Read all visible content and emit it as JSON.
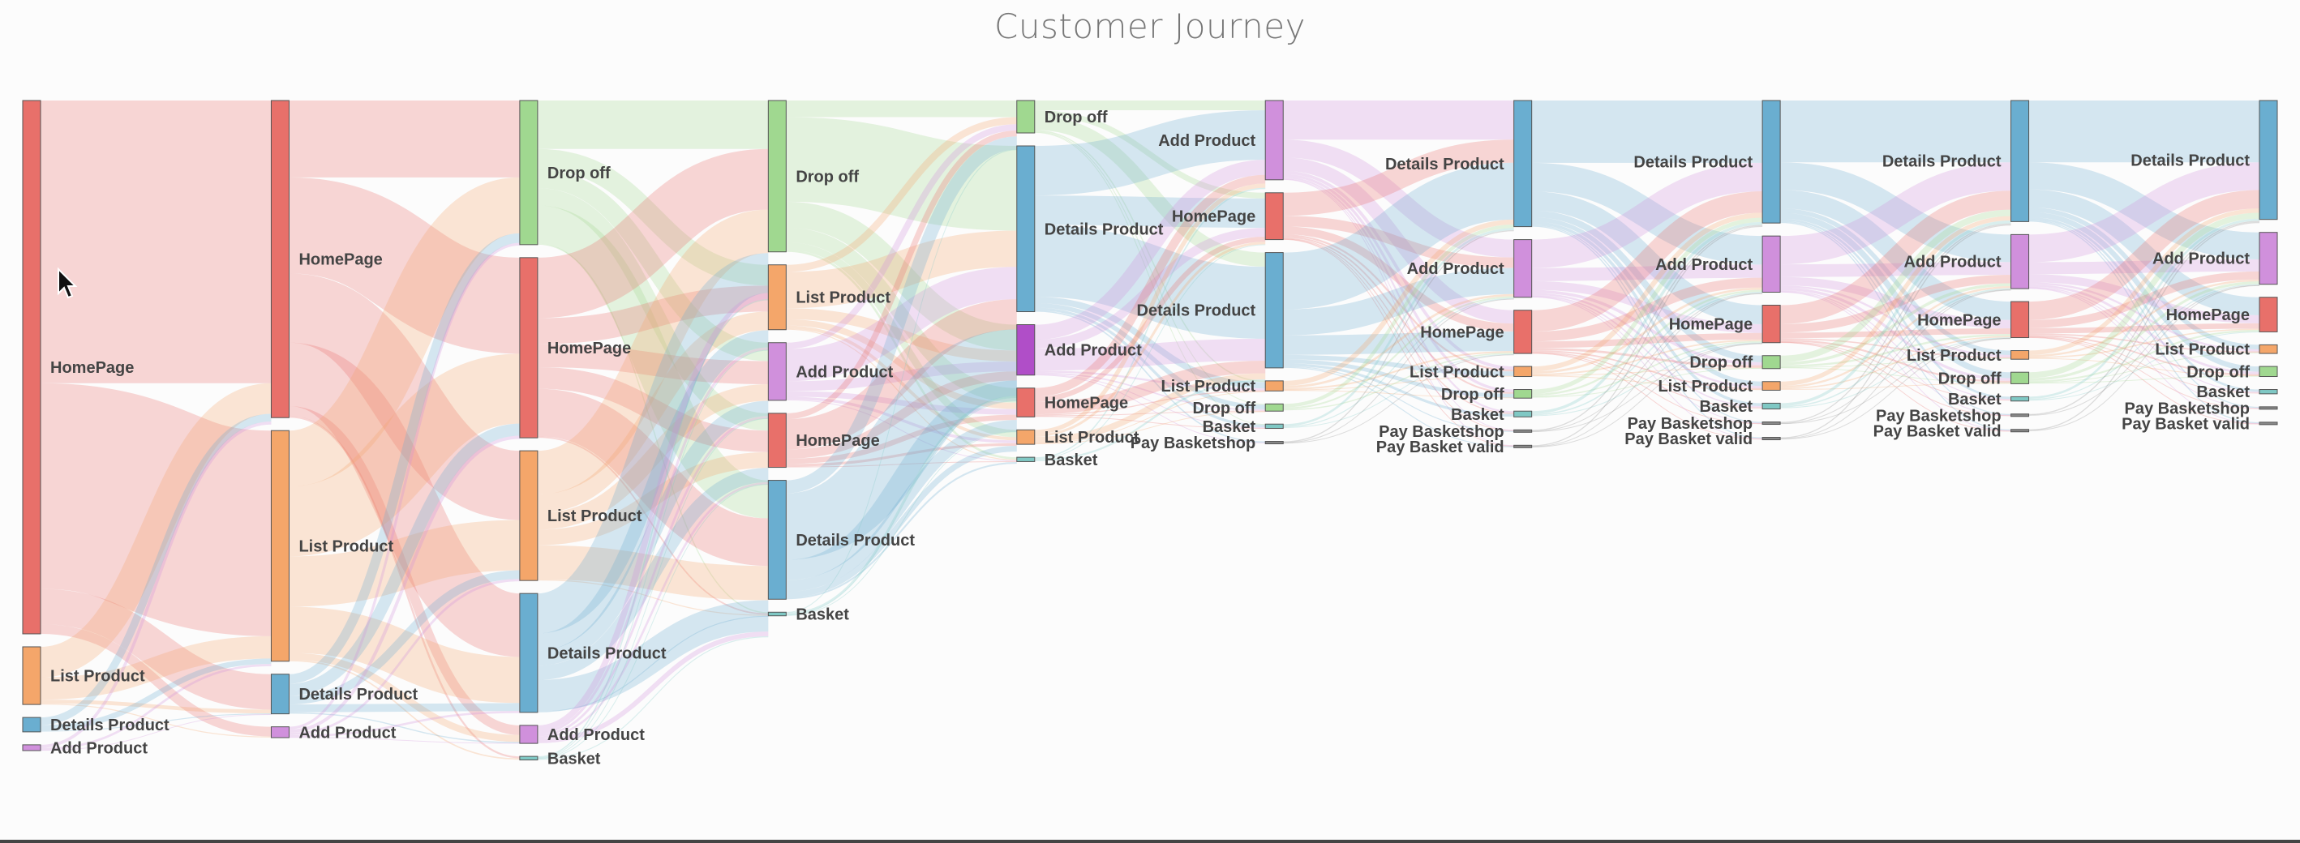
{
  "title": "Customer Journey",
  "chart_data": {
    "type": "sankey",
    "title": "Customer Journey",
    "colors": {
      "HomePage": "#e8706a",
      "List Product": "#f4a66a",
      "Details Product": "#6aaed0",
      "Add Product": "#d090dc",
      "Drop off": "#a0d890",
      "Basket": "#7fc8c4",
      "Pay Basketshop": "#888888",
      "Pay Basket valid": "#888888"
    },
    "highlight_color": "#b04ec8",
    "stages": [
      {
        "nodes": [
          {
            "name": "HomePage",
            "value": 740
          },
          {
            "name": "List Product",
            "value": 80
          },
          {
            "name": "Details Product",
            "value": 20
          },
          {
            "name": "Add Product",
            "value": 8
          }
        ]
      },
      {
        "nodes": [
          {
            "name": "HomePage",
            "value": 440
          },
          {
            "name": "List Product",
            "value": 320
          },
          {
            "name": "Details Product",
            "value": 55
          },
          {
            "name": "Add Product",
            "value": 15
          }
        ]
      },
      {
        "nodes": [
          {
            "name": "Drop off",
            "value": 200
          },
          {
            "name": "HomePage",
            "value": 250
          },
          {
            "name": "List Product",
            "value": 180
          },
          {
            "name": "Details Product",
            "value": 165
          },
          {
            "name": "Add Product",
            "value": 25
          },
          {
            "name": "Basket",
            "value": 5
          }
        ]
      },
      {
        "nodes": [
          {
            "name": "Drop off",
            "value": 210
          },
          {
            "name": "List Product",
            "value": 90
          },
          {
            "name": "Add Product",
            "value": 80
          },
          {
            "name": "HomePage",
            "value": 75
          },
          {
            "name": "Details Product",
            "value": 165
          },
          {
            "name": "Basket",
            "value": 5
          }
        ]
      },
      {
        "nodes": [
          {
            "name": "Drop off",
            "value": 45
          },
          {
            "name": "Details Product",
            "value": 230
          },
          {
            "name": "Add Product",
            "value": 70
          },
          {
            "name": "HomePage",
            "value": 40
          },
          {
            "name": "List Product",
            "value": 20
          },
          {
            "name": "Basket",
            "value": 6
          }
        ]
      },
      {
        "nodes": [
          {
            "name": "Add Product",
            "value": 110
          },
          {
            "name": "HomePage",
            "value": 65
          },
          {
            "name": "Details Product",
            "value": 160
          },
          {
            "name": "List Product",
            "value": 14
          },
          {
            "name": "Drop off",
            "value": 10
          },
          {
            "name": "Basket",
            "value": 6
          },
          {
            "name": "Pay Basketshop",
            "value": 3
          }
        ]
      },
      {
        "nodes": [
          {
            "name": "Details Product",
            "value": 175
          },
          {
            "name": "Add Product",
            "value": 80
          },
          {
            "name": "HomePage",
            "value": 60
          },
          {
            "name": "List Product",
            "value": 14
          },
          {
            "name": "Drop off",
            "value": 12
          },
          {
            "name": "Basket",
            "value": 8
          },
          {
            "name": "Pay Basketshop",
            "value": 3
          },
          {
            "name": "Pay Basket valid",
            "value": 3
          }
        ]
      },
      {
        "nodes": [
          {
            "name": "Details Product",
            "value": 170
          },
          {
            "name": "Add Product",
            "value": 78
          },
          {
            "name": "HomePage",
            "value": 52
          },
          {
            "name": "Drop off",
            "value": 18
          },
          {
            "name": "List Product",
            "value": 12
          },
          {
            "name": "Basket",
            "value": 8
          },
          {
            "name": "Pay Basketshop",
            "value": 3
          },
          {
            "name": "Pay Basket valid",
            "value": 3
          }
        ]
      },
      {
        "nodes": [
          {
            "name": "Details Product",
            "value": 168
          },
          {
            "name": "Add Product",
            "value": 75
          },
          {
            "name": "HomePage",
            "value": 50
          },
          {
            "name": "List Product",
            "value": 12
          },
          {
            "name": "Drop off",
            "value": 16
          },
          {
            "name": "Basket",
            "value": 6
          },
          {
            "name": "Pay Basketshop",
            "value": 3
          },
          {
            "name": "Pay Basket valid",
            "value": 3
          }
        ]
      },
      {
        "nodes": [
          {
            "name": "Details Product",
            "value": 165
          },
          {
            "name": "Add Product",
            "value": 72
          },
          {
            "name": "HomePage",
            "value": 48
          },
          {
            "name": "List Product",
            "value": 12
          },
          {
            "name": "Drop off",
            "value": 14
          },
          {
            "name": "Basket",
            "value": 6
          },
          {
            "name": "Pay Basketshop",
            "value": 3
          },
          {
            "name": "Pay Basket valid",
            "value": 3
          }
        ]
      }
    ],
    "highlighted_node": {
      "stage": 4,
      "name": "Add Product"
    }
  }
}
